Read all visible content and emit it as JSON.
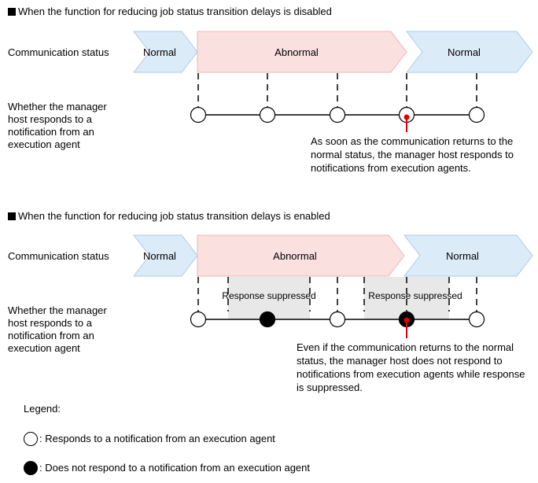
{
  "section1": {
    "heading": "When the function for reducing job status transition delays is disabled",
    "comm_label": "Communication status",
    "resp_label": "Whether the manager host responds to a notification from an execution agent",
    "states": [
      "Normal",
      "Abnormal",
      "Normal"
    ],
    "note": "As soon as the communication returns to the normal status, the manager host responds to notifications from execution agents."
  },
  "section2": {
    "heading": "When the function for reducing job status transition delays is enabled",
    "comm_label": "Communication status",
    "resp_label": "Whether the manager host responds to a notification from an execution agent",
    "states": [
      "Normal",
      "Abnormal",
      "Normal"
    ],
    "suppressed_label_1": "Response suppressed",
    "suppressed_label_2": "Response suppressed",
    "note": "Even if the communication returns to the normal status, the manager host does not respond to notifications from execution agents while response is suppressed."
  },
  "legend": {
    "title": "Legend:",
    "open_circle": ": Responds to a notification from an execution agent",
    "filled_circle": ": Does not respond to a notification from an execution agent"
  },
  "colors": {
    "normal_fill": "#dcebf8",
    "normal_stroke": "#a9cdea",
    "abnormal_fill": "#fbe0e0",
    "abnormal_stroke": "#f2b4b4",
    "suppressed_fill": "#e8e8e8",
    "pointer": "#e00000"
  }
}
